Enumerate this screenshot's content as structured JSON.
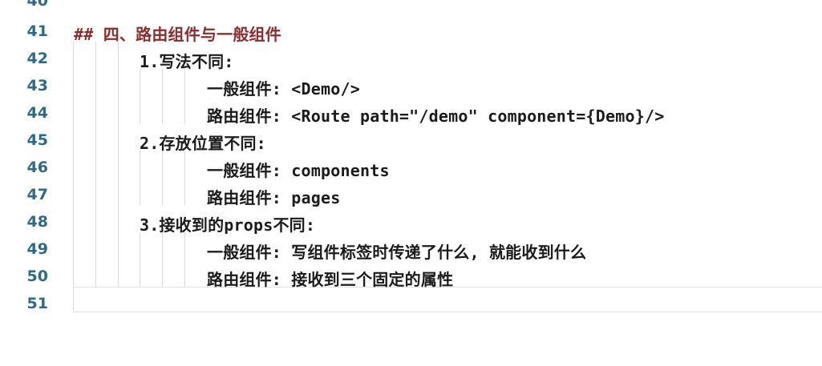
{
  "editor": {
    "lines": [
      {
        "number": "40",
        "text": ""
      },
      {
        "number": "41",
        "text": "## 四、路由组件与一般组件"
      },
      {
        "number": "42",
        "text": "1.写法不同:"
      },
      {
        "number": "43",
        "text": "一般组件: <Demo/>"
      },
      {
        "number": "44",
        "text": "路由组件: <Route path=\"/demo\" component={Demo}/>"
      },
      {
        "number": "45",
        "text": "2.存放位置不同:"
      },
      {
        "number": "46",
        "text": "一般组件: components"
      },
      {
        "number": "47",
        "text": "路由组件: pages"
      },
      {
        "number": "48",
        "text": "3.接收到的props不同:"
      },
      {
        "number": "49",
        "text": "一般组件: 写组件标签时传递了什么, 就能收到什么"
      },
      {
        "number": "50",
        "text": "路由组件: 接收到三个固定的属性"
      },
      {
        "number": "51",
        "text": ""
      }
    ],
    "colors": {
      "line_number": "#2e6a86",
      "heading": "#8b2d2d",
      "text": "#1b1b1b",
      "indent_guide": "#d9d9d9"
    }
  }
}
